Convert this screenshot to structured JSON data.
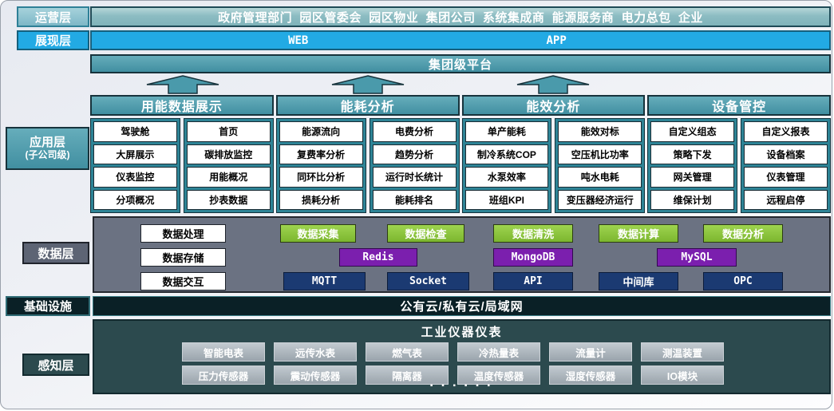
{
  "colors": {
    "accent_teal": "#4a9aab",
    "bright_blue": "#22aae4",
    "stakeholder_teal": "#8cbcc2",
    "box_green": "#8cc63f",
    "db_purple": "#7b1fae",
    "protocol_navy": "#1b3a72",
    "data_panel_gray": "#6b7282",
    "infra_dark": "#0a2026",
    "perception_dark": "#2c4a4e",
    "device_gray": "#a8b0b8"
  },
  "operations": {
    "label": "运营层",
    "stakeholders": "政府管理部门  园区管委会  园区物业  集团公司  系统集成商  能源服务商  电力总包  企业"
  },
  "presentation": {
    "label": "展现层",
    "web": "WEB",
    "app": "APP"
  },
  "platform": {
    "title": "集团级平台"
  },
  "application": {
    "label_line1": "应用层",
    "label_line2": "(子公司级)",
    "groups": [
      {
        "header": "用能数据展示",
        "col1": [
          "驾驶舱",
          "大屏展示",
          "仪表监控",
          "分项概况"
        ],
        "col2": [
          "首页",
          "碳排放监控",
          "用能概况",
          "抄表数据"
        ]
      },
      {
        "header": "能耗分析",
        "col1": [
          "能源流向",
          "复费率分析",
          "同环比分析",
          "损耗分析"
        ],
        "col2": [
          "电费分析",
          "趋势分析",
          "运行时长统计",
          "能耗排名"
        ]
      },
      {
        "header": "能效分析",
        "col1": [
          "单产能耗",
          "制冷系统COP",
          "水泵效率",
          "班组KPI"
        ],
        "col2": [
          "能效对标",
          "空压机比功率",
          "吨水电耗",
          "变压器经济运行"
        ]
      },
      {
        "header": "设备管控",
        "col1": [
          "自定义组态",
          "策略下发",
          "网关管理",
          "维保计划"
        ],
        "col2": [
          "自定义报表",
          "设备档案",
          "仪表管理",
          "远程启停"
        ]
      }
    ]
  },
  "data_layer": {
    "label": "数据层",
    "process_items": [
      "数据处理",
      "数据存储",
      "数据交互"
    ],
    "pipeline_items": [
      "数据采集",
      "数据检查",
      "数据清洗",
      "数据计算",
      "数据分析"
    ],
    "database_items": [
      "Redis",
      "MongoDB",
      "MySQL"
    ],
    "interface_items": [
      "MQTT",
      "Socket",
      "API",
      "中间库",
      "OPC"
    ]
  },
  "infrastructure": {
    "label": "基础设施",
    "text": "公有云/私有云/局域网"
  },
  "perception": {
    "label": "感知层",
    "title": "工业仪器仪表",
    "devices_row1": [
      "智能电表",
      "远传水表",
      "燃气表",
      "冷热量表",
      "流量计",
      "测温装置"
    ],
    "devices_row2": [
      "压力传感器",
      "震动传感器",
      "隔离器",
      "温度传感器",
      "湿度传感器",
      "IO模块"
    ],
    "dots": "▪ ▪ ▪ ▪ ▪ ▪"
  }
}
